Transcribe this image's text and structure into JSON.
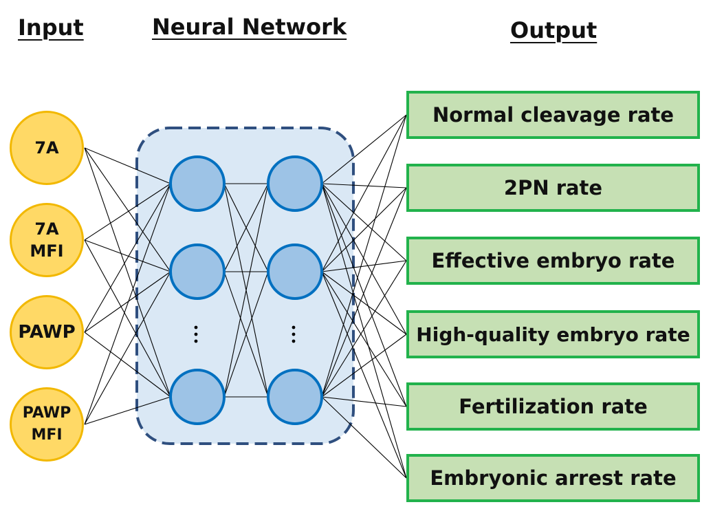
{
  "headings": {
    "input": "Input",
    "neural_network": "Neural Network",
    "output": "Output"
  },
  "inputs": [
    {
      "label": "7A"
    },
    {
      "label": "7A\nMFI"
    },
    {
      "label": "PAWP"
    },
    {
      "label": "PAWP\nMFI"
    }
  ],
  "hidden_layers": [
    {
      "visible_neurons": 3,
      "ellipsis": "⋮"
    },
    {
      "visible_neurons": 3,
      "ellipsis": "⋮"
    }
  ],
  "outputs": [
    {
      "label": "Normal cleavage rate"
    },
    {
      "label": "2PN rate"
    },
    {
      "label": "Effective embryo rate"
    },
    {
      "label": "High-quality embryo rate"
    },
    {
      "label": "Fertilization rate"
    },
    {
      "label": "Embryonic arrest rate"
    }
  ],
  "colors": {
    "input_fill": "#ffd966",
    "input_border": "#f2b800",
    "network_box_fill": "#dae8f5",
    "network_box_border": "#2f4f7f",
    "neuron_fill": "#9dc3e6",
    "neuron_border": "#0070c0",
    "output_fill": "#c6e0b4",
    "output_border": "#22b24c",
    "connection_line": "#000000"
  }
}
